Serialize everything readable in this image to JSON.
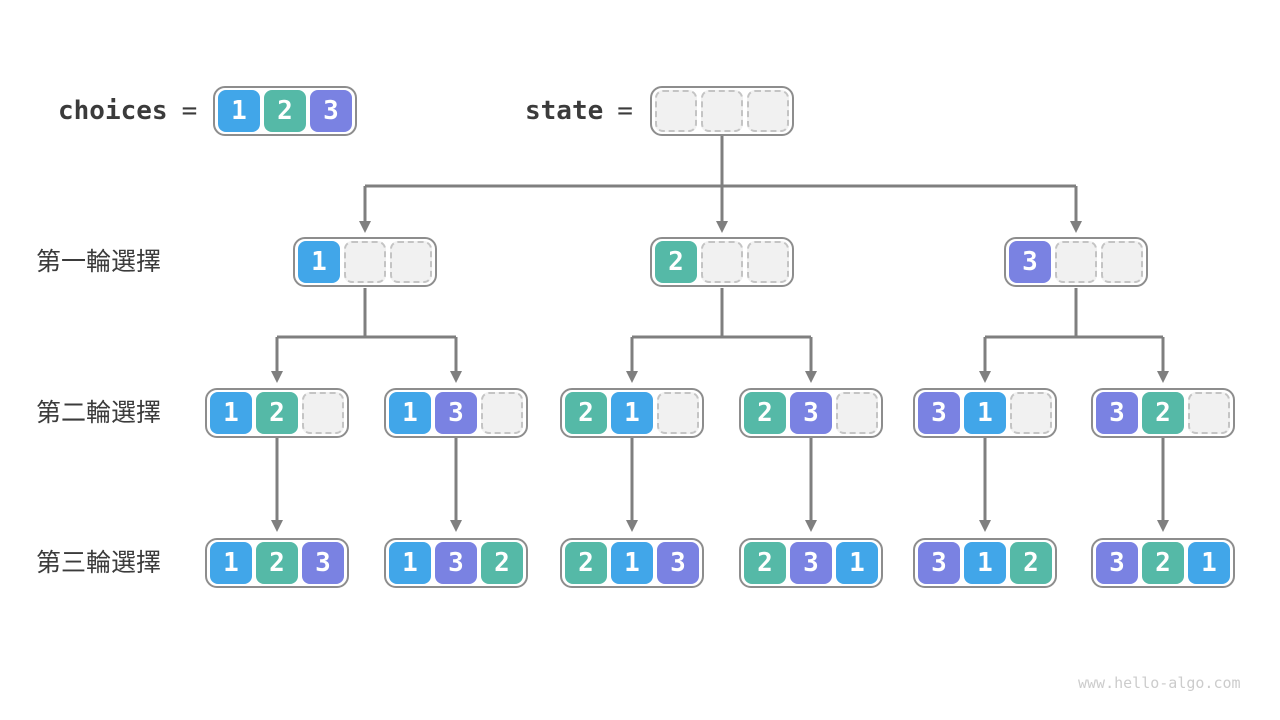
{
  "page": {
    "watermark": "www.hello-algo.com"
  },
  "colors": {
    "choice1": "#41A6E9",
    "choice2": "#55B9A7",
    "choice3": "#7A82E2",
    "line": "#7F7F7F",
    "boxBorder": "#8D8D8D",
    "emptyFill": "#F1F1F1",
    "emptyBorder": "#C4C4C4",
    "labelText": "#3B3B3B",
    "watermarkText": "#CCCCCC"
  },
  "header": {
    "choices_label": "choices",
    "choices_equals": "=",
    "choices_values": [
      "1",
      "2",
      "3"
    ],
    "state_label": "state",
    "state_equals": "=",
    "state_values": [
      "",
      "",
      ""
    ]
  },
  "tree": {
    "levels": [
      {
        "label": "第一輪選擇",
        "states": [
          [
            "1",
            "",
            ""
          ],
          [
            "2",
            "",
            ""
          ],
          [
            "3",
            "",
            ""
          ]
        ]
      },
      {
        "label": "第二輪選擇",
        "states": [
          [
            "1",
            "2",
            ""
          ],
          [
            "1",
            "3",
            ""
          ],
          [
            "2",
            "1",
            ""
          ],
          [
            "2",
            "3",
            ""
          ],
          [
            "3",
            "1",
            ""
          ],
          [
            "3",
            "2",
            ""
          ]
        ]
      },
      {
        "label": "第三輪選擇",
        "states": [
          [
            "1",
            "2",
            "3"
          ],
          [
            "1",
            "3",
            "2"
          ],
          [
            "2",
            "1",
            "3"
          ],
          [
            "2",
            "3",
            "1"
          ],
          [
            "3",
            "1",
            "2"
          ],
          [
            "3",
            "2",
            "1"
          ]
        ]
      }
    ]
  }
}
